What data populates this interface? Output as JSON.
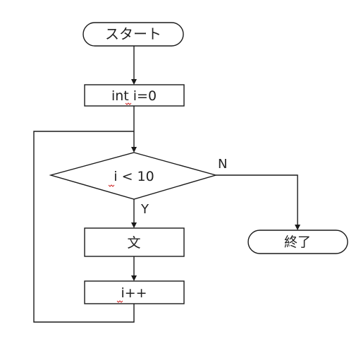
{
  "diagram": {
    "start": "スタート",
    "init": "int i=0",
    "condition": "i < 10",
    "yes_label": "Y",
    "no_label": "N",
    "body": "文",
    "increment": "i++",
    "end": "終了"
  },
  "colors": {
    "line": "#1a1a1a",
    "text": "#222222",
    "spellcheck_underline": "#d12a2a"
  }
}
